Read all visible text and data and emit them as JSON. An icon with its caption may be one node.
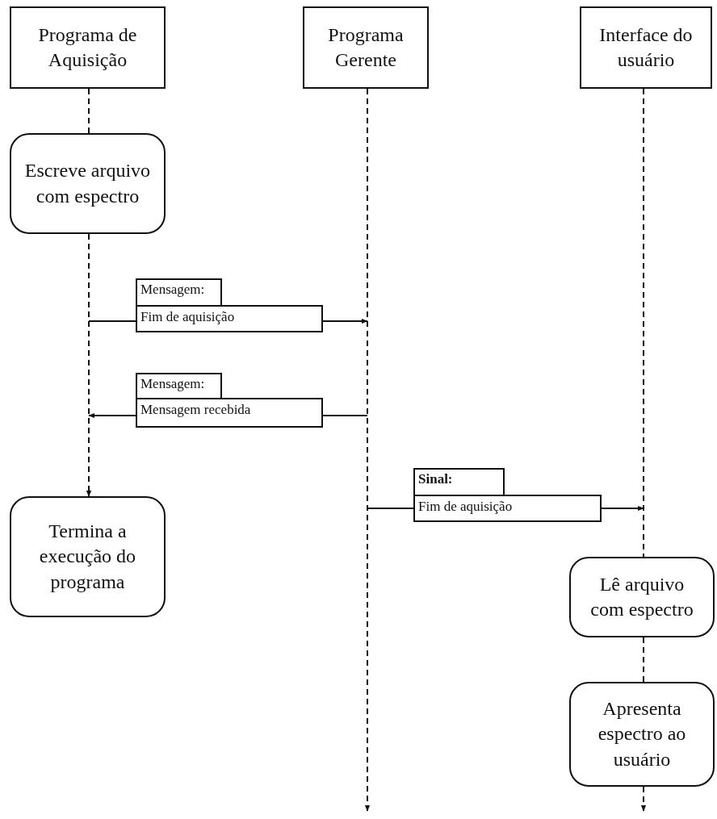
{
  "diagram": {
    "nodes": [
      {
        "text": [
          "Programa de Aquisição"
        ]
      },
      {
        "text": [
          "Programa Gerente"
        ]
      },
      {
        "text": [
          "Interface do usuário"
        ]
      },
      {
        "text": [
          "Escreve arquivo com espectro"
        ]
      },
      {
        "text": [
          "Termina a execução do programa"
        ]
      },
      {
        "text": [
          "Lê arquivo com espectro"
        ]
      },
      {
        "text": [
          "Apresenta espectro ao usuário"
        ]
      },
      {
        "text": [
          "Mensagem:",
          "Fim de aquisição"
        ]
      },
      {
        "text": [
          "Mensagem:",
          "Mensagem recebida"
        ]
      },
      {
        "text": [
          "Sinal:",
          "Fim de aquisição"
        ]
      }
    ],
    "edges": [
      {
        "from": 0,
        "to": 3,
        "arrow": "none",
        "style": "dashed"
      },
      {
        "from": 3,
        "to": 4,
        "arrow": "to",
        "style": "dashed"
      },
      {
        "from": 1,
        "to": null,
        "arrow": "to",
        "style": "dashed"
      },
      {
        "from": 2,
        "to": 5,
        "arrow": "none",
        "style": "dashed"
      },
      {
        "from": 5,
        "to": 6,
        "arrow": "none",
        "style": "dashed"
      },
      {
        "from": 6,
        "to": null,
        "arrow": "to",
        "style": "dashed"
      },
      {
        "from": null,
        "to": 7,
        "arrow": "none"
      },
      {
        "from": 7,
        "to": null,
        "arrow": "to"
      },
      {
        "from": null,
        "to": 8,
        "arrow": "none"
      },
      {
        "from": 8,
        "to": null,
        "arrow": "to"
      },
      {
        "from": null,
        "to": 9,
        "arrow": "none"
      },
      {
        "from": 9,
        "to": null,
        "arrow": "to"
      }
    ]
  }
}
